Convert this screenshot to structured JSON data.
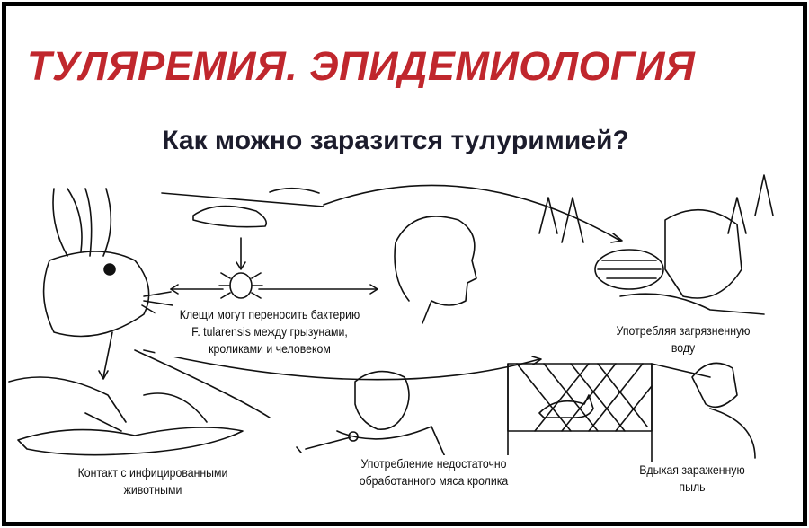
{
  "title": "ТУЛЯРЕМИЯ. ЭПИДЕМИОЛОГИЯ",
  "subtitle": "Как можно заразится тулyримией?",
  "captions": {
    "ticks": [
      "Клещи могут переносить бактерию",
      "F. tularensis между грызунами,",
      "кроликами и человеком"
    ],
    "water": [
      "Употребляя загрязненную",
      "воду"
    ],
    "contact": [
      "Контакт с инфицированными",
      "животными"
    ],
    "meat": [
      "Употребление недостаточно",
      "обработанного мяса кролика"
    ],
    "dust": [
      "Вдыхая зараженную",
      "пыль"
    ]
  },
  "colors": {
    "title": "#c0272d",
    "subtitle": "#1c1c2c",
    "border": "#000000"
  }
}
